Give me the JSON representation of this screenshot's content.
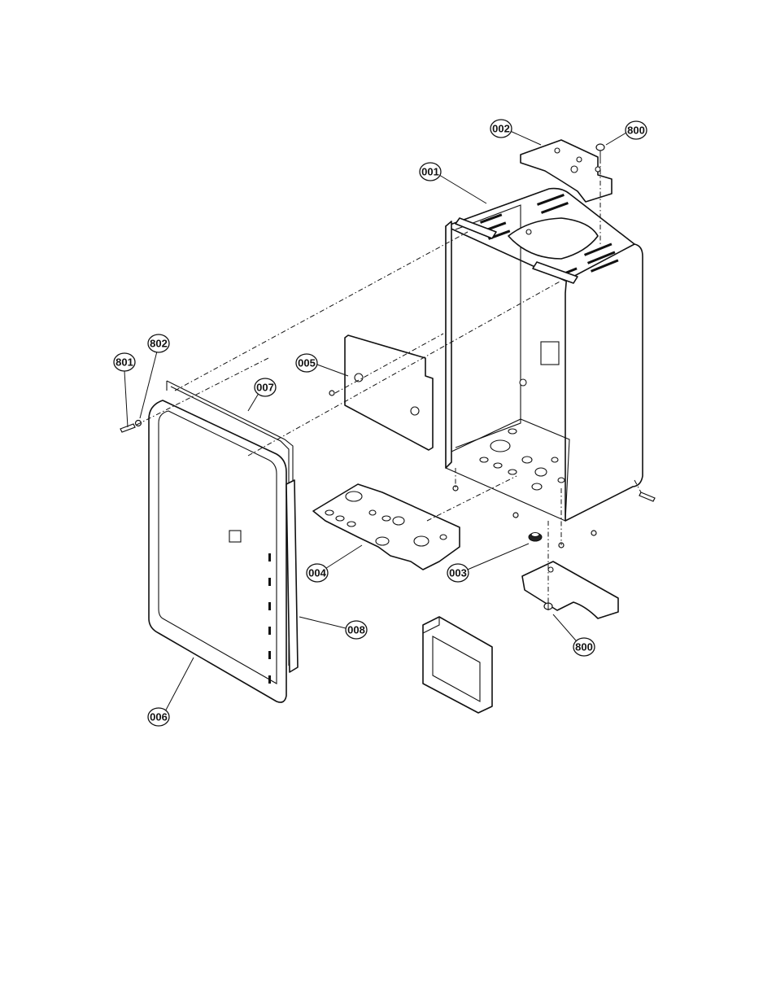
{
  "callouts": [
    {
      "id": "c001",
      "label": "001"
    },
    {
      "id": "c002",
      "label": "002"
    },
    {
      "id": "c003",
      "label": "003"
    },
    {
      "id": "c004",
      "label": "004"
    },
    {
      "id": "c005",
      "label": "005"
    },
    {
      "id": "c006",
      "label": "006"
    },
    {
      "id": "c007",
      "label": "007"
    },
    {
      "id": "c008",
      "label": "008"
    },
    {
      "id": "c800a",
      "label": "800"
    },
    {
      "id": "c800b",
      "label": "800"
    },
    {
      "id": "c801",
      "label": "801"
    },
    {
      "id": "c802",
      "label": "802"
    }
  ]
}
